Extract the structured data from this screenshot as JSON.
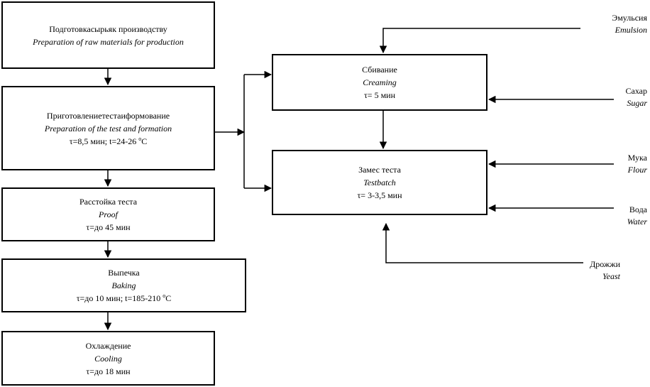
{
  "diagram": {
    "left_chain": [
      {
        "ru": "Подготовкасырьяк производству",
        "en": "Preparation of raw materials for production",
        "params": ""
      },
      {
        "ru": "Приготовлениетестаиформование",
        "en": "Preparation of the test and formation",
        "params_pre": "τ=8,5 мин; t=24-26 ",
        "params_sup": "o",
        "params_post": "C"
      },
      {
        "ru": "Расстойка теста",
        "en": "Proof",
        "params": "τ=до 45 мин"
      },
      {
        "ru": "Выпечка",
        "en": "Baking",
        "params_pre": "τ=до 10 мин; t=185-210 ",
        "params_sup": "o",
        "params_post": "C"
      },
      {
        "ru": "Охлаждение",
        "en": "Cooling",
        "params": "τ=до 18 мин"
      }
    ],
    "right_boxes": [
      {
        "ru": "Сбивание",
        "en": "Creaming",
        "params": "τ= 5 мин"
      },
      {
        "ru": "Замес теста",
        "en": "Testbatch",
        "params": "τ= 3-3,5 мин"
      }
    ],
    "ingredients": [
      {
        "ru": "Эмульсия",
        "en": "Emulsion"
      },
      {
        "ru": "Сахар",
        "en": "Sugar"
      },
      {
        "ru": "Мука",
        "en": "Flour"
      },
      {
        "ru": "Вода",
        "en": "Water"
      },
      {
        "ru": "Дрожжи",
        "en": "Yeast"
      }
    ]
  }
}
